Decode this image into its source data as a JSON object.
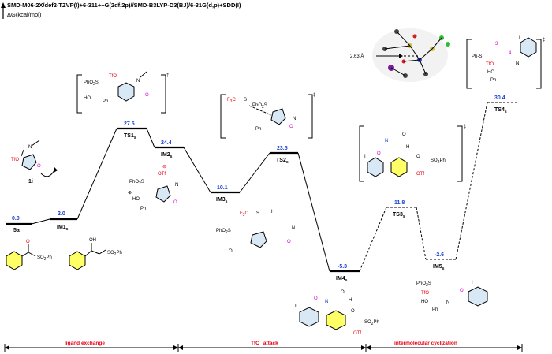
{
  "header": {
    "method": "SMD-M06-2X/def2-TZVP(I)+6-311++G(2df,2p)//SMD-B3LYP-D3(BJ)/6-31G(d,p)+SDD(I)",
    "y_unit": "ΔG(kcal/mol)"
  },
  "levels": [
    {
      "id": "5a",
      "value": "0.0",
      "label": "5a",
      "sub": ""
    },
    {
      "id": "IM1",
      "value": "2.0",
      "label": "IM1",
      "sub": "s"
    },
    {
      "id": "TS1",
      "value": "27.5",
      "label": "TS1",
      "sub": "s"
    },
    {
      "id": "IM2",
      "value": "24.4",
      "label": "IM2",
      "sub": "s"
    },
    {
      "id": "IM3",
      "value": "10.1",
      "label": "IM3",
      "sub": "s"
    },
    {
      "id": "TS2",
      "value": "23.5",
      "label": "TS2",
      "sub": "s"
    },
    {
      "id": "IM4",
      "value": "-5.3",
      "label": "IM4",
      "sub": "s"
    },
    {
      "id": "TS3",
      "value": "11.8",
      "label": "TS3",
      "sub": "s"
    },
    {
      "id": "IM5",
      "value": "-2.6",
      "label": "IM5",
      "sub": "s"
    },
    {
      "id": "TS4",
      "value": "30.4",
      "label": "TS4",
      "sub": "s"
    }
  ],
  "sections": [
    {
      "label": "ligand exchange"
    },
    {
      "label": "TfO",
      "suffix": " attack",
      "superscript": "−"
    },
    {
      "label": "intermolecular cyclization"
    }
  ],
  "annotations": {
    "distance": "2.63 Å",
    "compound_1i": "1i",
    "dagger": "‡",
    "numbers": [
      "3",
      "4"
    ]
  },
  "mol_text": {
    "tfo": "TfO",
    "otf": "OTf",
    "ho": "HO",
    "oh": "OH",
    "ph": "Ph",
    "i": "I",
    "n": "N",
    "o": "O",
    "h": "H",
    "so2ph": "SO",
    "so2ph_tail": "Ph",
    "phso2": "PhO",
    "phso2_tail": "S",
    "f3c": "F",
    "f3c_tail": "C",
    "s": "S",
    "two": "2",
    "three": "3",
    "oplus": "⊕",
    "ominus": "⊖"
  }
}
